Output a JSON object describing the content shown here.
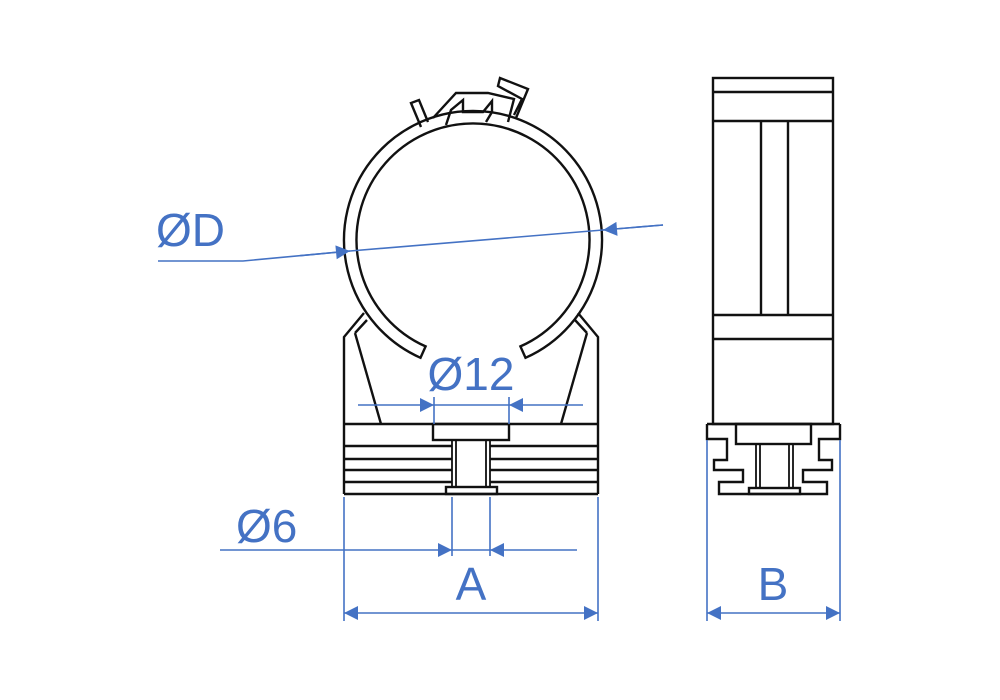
{
  "labels": {
    "diameter_d": "ØD",
    "diameter_12": "Ø12",
    "diameter_6": "Ø6",
    "dim_a": "A",
    "dim_b": "B"
  },
  "colors": {
    "outline": "#111111",
    "dimension": "#4472C4"
  }
}
